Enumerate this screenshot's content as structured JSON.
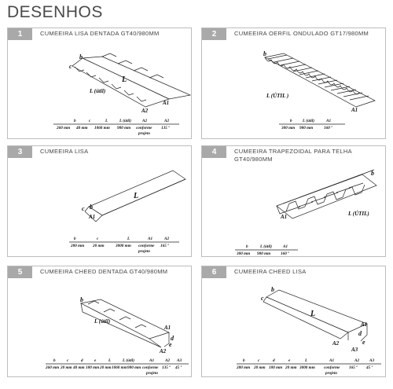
{
  "page_title": "DESENHOS",
  "panels": [
    {
      "number": "1",
      "title": "CUMEEIRA LISA DENTADA GT40/980MM",
      "labels": {
        "b": "b",
        "c": "c",
        "L": "L",
        "L_util": "L (útil)",
        "A1": "A1",
        "A2": "A2"
      },
      "dims": {
        "head": [
          "b",
          "c",
          "L",
          "L (útil)",
          "A2",
          "A2"
        ],
        "values": [
          "260 mm",
          "40 mm",
          "1060 mm",
          "980 mm",
          "conforme",
          "135 º"
        ],
        "note": "projeto"
      }
    },
    {
      "number": "2",
      "title": "CUMEEIRA OERFIL ONDULADO GT17/980MM",
      "labels": {
        "b": "b",
        "L_util": "L (ÚTIL )",
        "A1": "A1"
      },
      "dims": {
        "head": [
          "b",
          "L (útil)",
          "A1"
        ],
        "values": [
          "300 mm",
          "980 mm",
          "160 º"
        ]
      }
    },
    {
      "number": "3",
      "title": "CUMEEIRA LISA",
      "labels": {
        "c": "c",
        "b": "b",
        "L": "L",
        "A1": "A1"
      },
      "dims": {
        "head": [
          "b",
          "c",
          "L",
          "A1",
          "A2"
        ],
        "values": [
          "280 mm",
          "20 mm",
          "3000 mm",
          "conforme",
          "165 º"
        ],
        "note": "projeto"
      }
    },
    {
      "number": "4",
      "title": "CUMEEIRA TRAPEZOIDAL PARA TELHA",
      "subtitle": "GT40/980MM",
      "labels": {
        "b": "b",
        "L_util": "L (ÚTIL)",
        "A1": "A1"
      },
      "dims": {
        "head": [
          "b",
          "L (útil)",
          "A1"
        ],
        "values": [
          "300 mm",
          "980 mm",
          "160 º"
        ]
      }
    },
    {
      "number": "5",
      "title": "CUMEEIRA CHEED DENTADA GT40/980MM",
      "labels": {
        "b": "b",
        "L_util": "L (útil)",
        "d": "d",
        "A1": "A1",
        "e": "e",
        "A2": "A2"
      },
      "dims": {
        "head": [
          "b",
          "c",
          "d",
          "e",
          "L",
          "L (útil)",
          "A1",
          "A2",
          "A3"
        ],
        "values": [
          "260 mm",
          "20 mm",
          "40 mm",
          "180 mm",
          "20 mm",
          "1060 mm",
          "980 mm",
          "conforme",
          "135 º",
          "45 º"
        ],
        "note": "projeto"
      }
    },
    {
      "number": "6",
      "title": "CUMEEIRA CHEED LISA",
      "labels": {
        "c": "c",
        "b": "b",
        "L": "L",
        "A1": "A1",
        "d": "d",
        "A2": "A2",
        "e": "e",
        "A3": "A3"
      },
      "dims": {
        "head": [
          "b",
          "c",
          "d",
          "e",
          "L",
          "A1",
          "A2",
          "A3"
        ],
        "values": [
          "280 mm",
          "20 mm",
          "180 mm",
          "20 mm",
          "3000 mm",
          "conforme",
          "165 º",
          "45 º"
        ],
        "note": "projeto"
      }
    }
  ]
}
